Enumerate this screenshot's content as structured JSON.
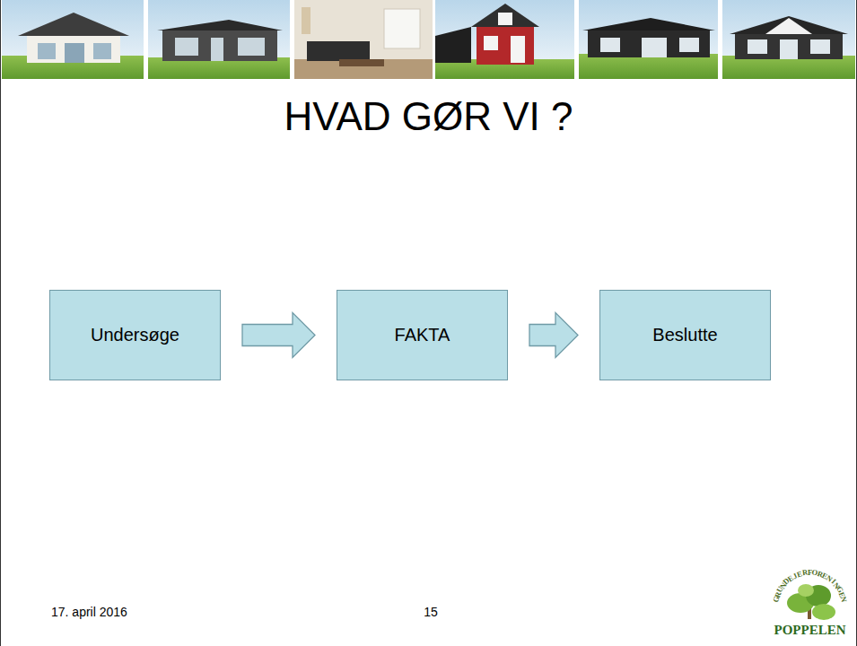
{
  "diagram": {
    "title": "HVAD GØR VI ?",
    "nodes": [
      {
        "text": [
          "Undersøge"
        ]
      },
      {
        "text": [
          "FAKTA"
        ]
      },
      {
        "text": [
          "Beslutte"
        ]
      }
    ],
    "edges": [
      {
        "from": 0,
        "to": 1,
        "arrow": "to"
      },
      {
        "from": 1,
        "to": 2,
        "arrow": "to"
      }
    ],
    "labels": [
      "17. april 2016",
      "15",
      "GRUNDEJERFORENINGEN",
      "POPPELEN"
    ]
  }
}
